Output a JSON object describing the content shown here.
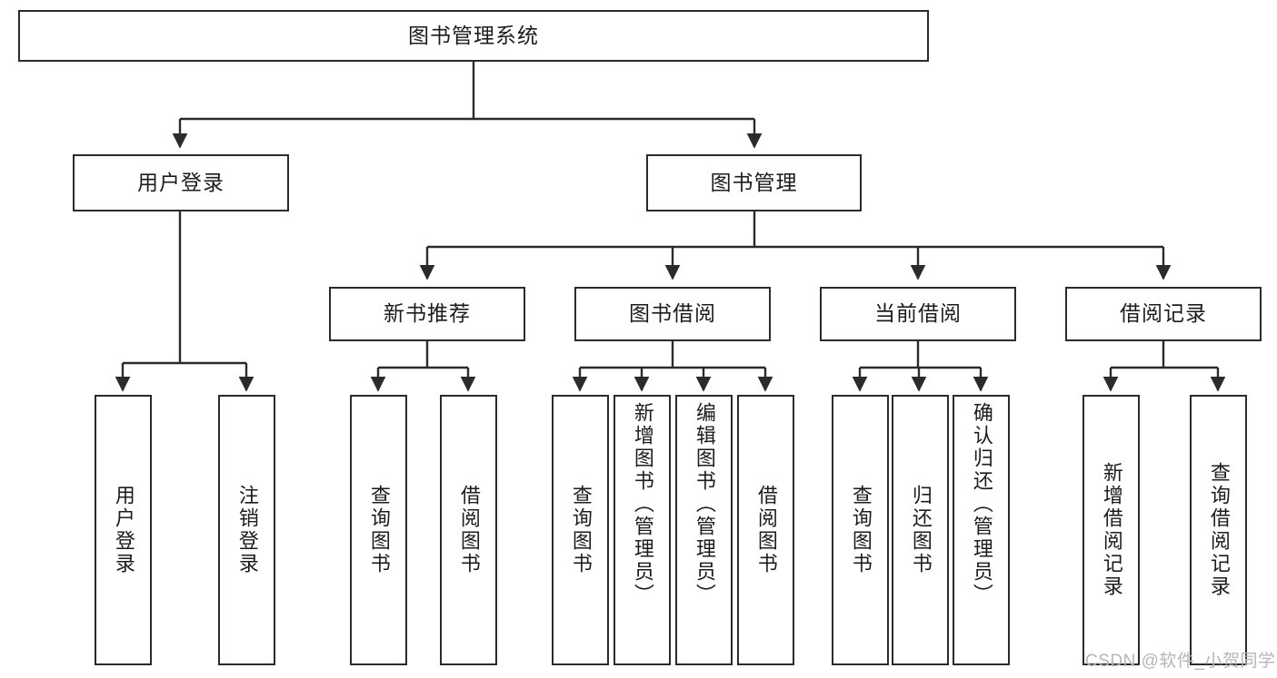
{
  "diagram": {
    "type": "hierarchy-tree",
    "title": "图书管理系统",
    "watermark": "CSDN @软件_小贺同学",
    "colors": {
      "node_border": "#2b2b2b",
      "node_fill": "#ffffff",
      "edge": "#2b2b2b",
      "text": "#1c1c1c",
      "watermark": "#b6b6b6",
      "background": "#ffffff"
    },
    "nodes": {
      "root": {
        "label": "图书管理系统"
      },
      "level2": [
        {
          "id": "user-login",
          "label": "用户登录"
        },
        {
          "id": "book-management",
          "label": "图书管理"
        }
      ],
      "level3": [
        {
          "id": "new-book-recommend",
          "label": "新书推荐"
        },
        {
          "id": "book-borrow",
          "label": "图书借阅"
        },
        {
          "id": "current-borrow",
          "label": "当前借阅"
        },
        {
          "id": "borrow-record",
          "label": "借阅记录"
        }
      ],
      "leaves": {
        "user_login": [
          {
            "id": "leaf-user-login",
            "label": "用户登录"
          },
          {
            "id": "leaf-logout",
            "label": "注销登录"
          }
        ],
        "new_book_recommend": [
          {
            "id": "leaf-query-book-1",
            "label": "查询图书"
          },
          {
            "id": "leaf-borrow-book-1",
            "label": "借阅图书"
          }
        ],
        "book_borrow": [
          {
            "id": "leaf-query-book-2",
            "label": "查询图书"
          },
          {
            "id": "leaf-add-book",
            "label": "新增图书（管理员）"
          },
          {
            "id": "leaf-edit-book",
            "label": "编辑图书（管理员）"
          },
          {
            "id": "leaf-borrow-book-2",
            "label": "借阅图书"
          }
        ],
        "current_borrow": [
          {
            "id": "leaf-query-book-3",
            "label": "查询图书"
          },
          {
            "id": "leaf-return-book",
            "label": "归还图书"
          },
          {
            "id": "leaf-confirm-return",
            "label": "确认归还（管理员）"
          }
        ],
        "borrow_record": [
          {
            "id": "leaf-add-record",
            "label": "新增借阅记录"
          },
          {
            "id": "leaf-query-record",
            "label": "查询借阅记录"
          }
        ]
      }
    }
  }
}
